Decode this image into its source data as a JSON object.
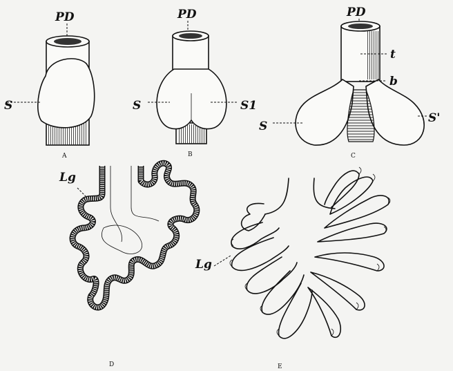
{
  "figure": {
    "panels": [
      {
        "id": "A",
        "caption": "A",
        "labels": {
          "top": "PD",
          "side": "S"
        }
      },
      {
        "id": "B",
        "caption": "B",
        "labels": {
          "top": "PD",
          "left": "S",
          "right": "S1"
        }
      },
      {
        "id": "C",
        "caption": "C",
        "labels": {
          "top": "PD",
          "t": "t",
          "b": "b",
          "left": "S",
          "right": "S'"
        }
      },
      {
        "id": "D",
        "caption": "D",
        "labels": {
          "gland": "Lg"
        }
      },
      {
        "id": "E",
        "caption": "E",
        "labels": {
          "gland": "Lg"
        }
      }
    ]
  }
}
